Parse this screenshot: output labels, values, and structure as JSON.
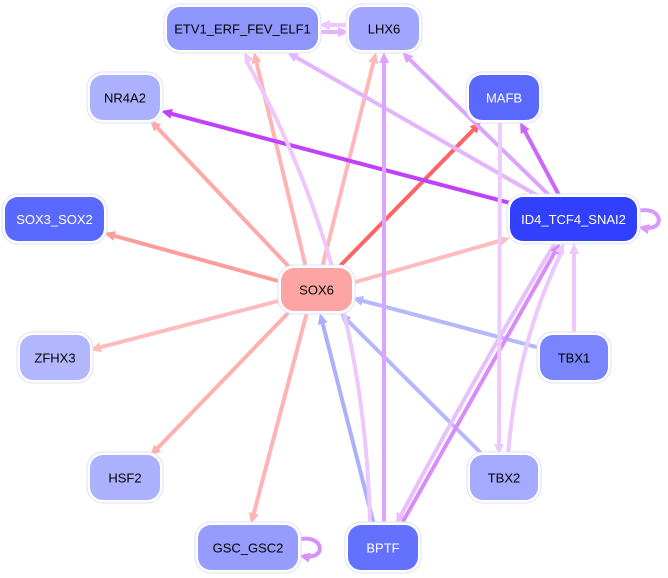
{
  "title": "Gene regulatory network",
  "nodes": [
    {
      "id": "ETV1_ERF_FEV_ELF1",
      "label": "ETV1_ERF_FEV_ELF1",
      "fill": "#8f96fb",
      "text_color": "#000000"
    },
    {
      "id": "LHX6",
      "label": "LHX6",
      "fill": "#a0a6fd",
      "text_color": "#000000"
    },
    {
      "id": "NR4A2",
      "label": "NR4A2",
      "fill": "#abb1fd",
      "text_color": "#000000"
    },
    {
      "id": "MAFB",
      "label": "MAFB",
      "fill": "#5a69fd",
      "text_color": "#ffffff"
    },
    {
      "id": "SOX3_SOX2",
      "label": "SOX3_SOX2",
      "fill": "#5a69fd",
      "text_color": "#ffffff"
    },
    {
      "id": "ID4_TCF4_SNAI2",
      "label": "ID4_TCF4_SNAI2",
      "fill": "#3040fc",
      "text_color": "#ffffff"
    },
    {
      "id": "SOX6",
      "label": "SOX6",
      "fill": "#fda4a4",
      "text_color": "#000000"
    },
    {
      "id": "ZFHX3",
      "label": "ZFHX3",
      "fill": "#b2b6fd",
      "text_color": "#000000"
    },
    {
      "id": "TBX1",
      "label": "TBX1",
      "fill": "#7984fd",
      "text_color": "#000000"
    },
    {
      "id": "HSF2",
      "label": "HSF2",
      "fill": "#abb1fd",
      "text_color": "#000000"
    },
    {
      "id": "TBX2",
      "label": "TBX2",
      "fill": "#a4aafd",
      "text_color": "#000000"
    },
    {
      "id": "GSC_GSC2",
      "label": "GSC_GSC2",
      "fill": "#959cfb",
      "text_color": "#000000"
    },
    {
      "id": "BPTF",
      "label": "BPTF",
      "fill": "#6371fd",
      "text_color": "#ffffff"
    }
  ],
  "edges": [
    {
      "from": "SOX6",
      "to": "ETV1_ERF_FEV_ELF1",
      "color": "#ffb4b4"
    },
    {
      "from": "SOX6",
      "to": "LHX6",
      "color": "#ffb8b8"
    },
    {
      "from": "SOX6",
      "to": "NR4A2",
      "color": "#ffaaaa"
    },
    {
      "from": "SOX6",
      "to": "MAFB",
      "color": "#ff6464"
    },
    {
      "from": "SOX6",
      "to": "SOX3_SOX2",
      "color": "#ff9c9c"
    },
    {
      "from": "SOX6",
      "to": "ID4_TCF4_SNAI2",
      "color": "#ffbcbc"
    },
    {
      "from": "SOX6",
      "to": "ZFHX3",
      "color": "#ffbcbc"
    },
    {
      "from": "SOX6",
      "to": "HSF2",
      "color": "#ffb0b0"
    },
    {
      "from": "SOX6",
      "to": "GSC_GSC2",
      "color": "#ffb4b4"
    },
    {
      "from": "TBX1",
      "to": "SOX6",
      "color": "#b4b8fc"
    },
    {
      "from": "TBX2",
      "to": "SOX6",
      "color": "#b4b8fc"
    },
    {
      "from": "BPTF",
      "to": "SOX6",
      "color": "#aab0fc"
    },
    {
      "from": "ID4_TCF4_SNAI2",
      "to": "NR4A2",
      "color": "#c040fc"
    },
    {
      "from": "ID4_TCF4_SNAI2",
      "to": "MAFB",
      "color": "#c868fc"
    },
    {
      "from": "ID4_TCF4_SNAI2",
      "to": "ETV1_ERF_FEV_ELF1",
      "color": "#e4b4fc"
    },
    {
      "from": "ID4_TCF4_SNAI2",
      "to": "LHX6",
      "color": "#dca4fc"
    },
    {
      "from": "ID4_TCF4_SNAI2",
      "to": "ID4_TCF4_SNAI2",
      "color": "#d898fc"
    },
    {
      "from": "ID4_TCF4_SNAI2",
      "to": "BPTF",
      "color": "#e8c0fc"
    },
    {
      "from": "BPTF",
      "to": "ID4_TCF4_SNAI2",
      "color": "#d88cfc"
    },
    {
      "from": "BPTF",
      "to": "LHX6",
      "color": "#dca4fc"
    },
    {
      "from": "BPTF",
      "to": "ETV1_ERF_FEV_ELF1",
      "color": "#ecc8fc"
    },
    {
      "from": "TBX1",
      "to": "ID4_TCF4_SNAI2",
      "color": "#ecc8fc"
    },
    {
      "from": "TBX2",
      "to": "ID4_TCF4_SNAI2",
      "color": "#ecc8fc"
    },
    {
      "from": "MAFB",
      "to": "TBX2",
      "color": "#eccafc"
    },
    {
      "from": "LHX6",
      "to": "ETV1_ERF_FEV_ELF1",
      "color": "#ecc8fc"
    },
    {
      "from": "ETV1_ERF_FEV_ELF1",
      "to": "LHX6",
      "color": "#e4b4fc"
    },
    {
      "from": "GSC_GSC2",
      "to": "GSC_GSC2",
      "color": "#d890fc"
    }
  ]
}
